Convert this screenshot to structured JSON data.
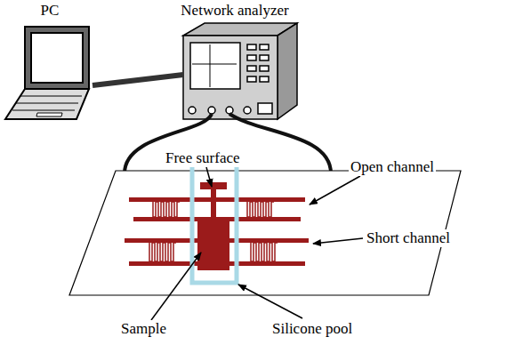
{
  "diagram": {
    "nodes": [
      {
        "text": [
          "PC"
        ]
      },
      {
        "text": [
          "Network analyzer"
        ]
      }
    ],
    "edges": [
      {
        "from": 0,
        "to": 1,
        "arrow": "none"
      }
    ],
    "labels": [
      "Free surface",
      "Open channel",
      "Short channel",
      "Sample",
      "Silicone pool"
    ]
  }
}
